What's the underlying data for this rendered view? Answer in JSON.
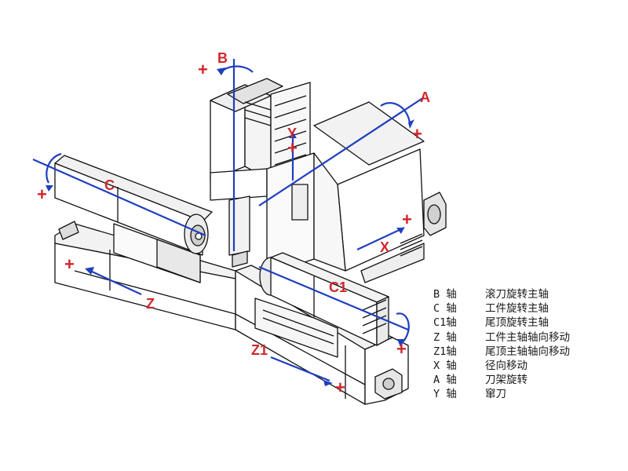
{
  "axes": {
    "B": "B",
    "A": "A",
    "Y": "Y",
    "C": "C",
    "X": "X",
    "C1": "C1",
    "Z": "Z",
    "Z1": "Z1"
  },
  "plus_sign": "+",
  "legend": [
    {
      "axis": "B 轴",
      "desc": "滚刀旋转主轴"
    },
    {
      "axis": "C 轴",
      "desc": "工件旋转主轴"
    },
    {
      "axis": "C1轴",
      "desc": "尾顶旋转主轴"
    },
    {
      "axis": "Z 轴",
      "desc": "工件主轴轴向移动"
    },
    {
      "axis": "Z1轴",
      "desc": "尾顶主轴轴向移动"
    },
    {
      "axis": "X 轴",
      "desc": "径向移动"
    },
    {
      "axis": "A 轴",
      "desc": "刀架旋转"
    },
    {
      "axis": "Y 轴",
      "desc": "窜刀"
    }
  ],
  "colors": {
    "axis_line": "#1f3fbf",
    "label": "#d0262b",
    "machine_line": "#111111",
    "shade": "#d9d9d9"
  }
}
